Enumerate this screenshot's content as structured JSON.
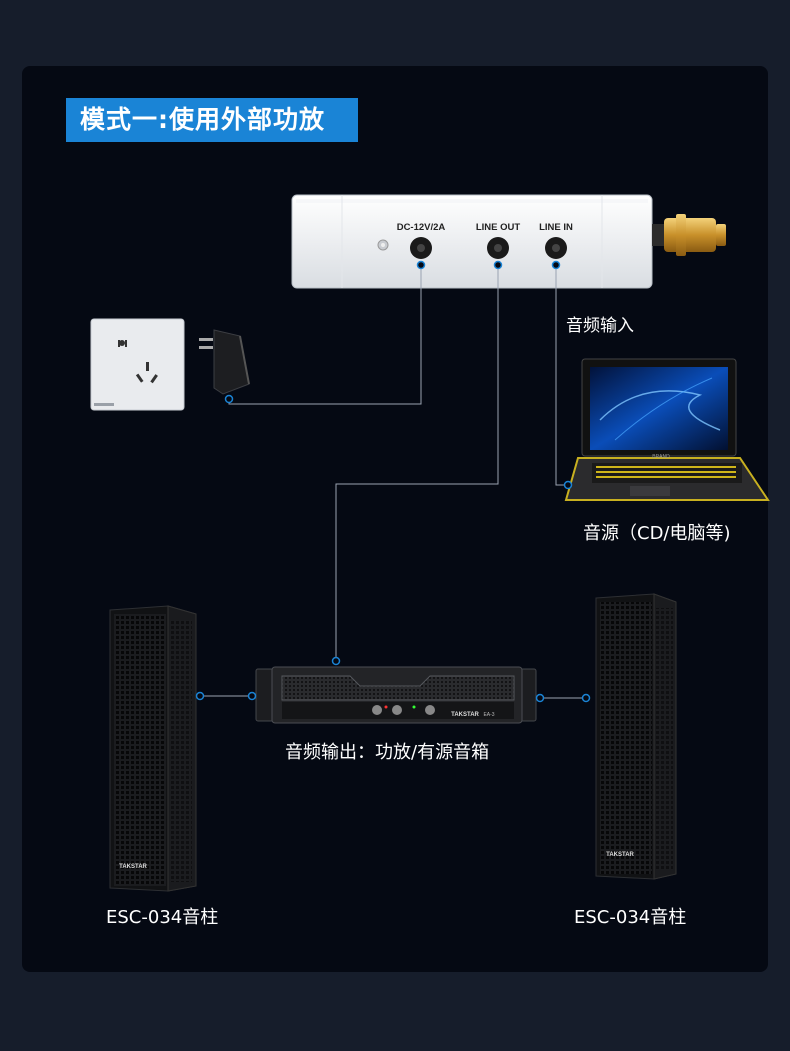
{
  "title": "模式一:使用外部功放",
  "device": {
    "ports": [
      "DC-12V/2A",
      "LINE OUT",
      "LINE IN"
    ]
  },
  "labels": {
    "audio_input": "音频输入",
    "audio_source": "音源（CD/电脑等)",
    "audio_output": "音频输出：功放/有源音箱",
    "speaker_left": "ESC-034音柱",
    "speaker_right": "ESC-034音柱"
  },
  "amplifier": {
    "brand": "TAKSTAR",
    "model": "EA-3"
  },
  "speaker_brand": "TAKSTAR",
  "laptop_brand": "BRAND",
  "colors": {
    "background": "#161d2b",
    "panel": "#050913",
    "title_bar": "#1a84d6",
    "wire": "#9aa3b2",
    "connector": "#1a84d6"
  }
}
